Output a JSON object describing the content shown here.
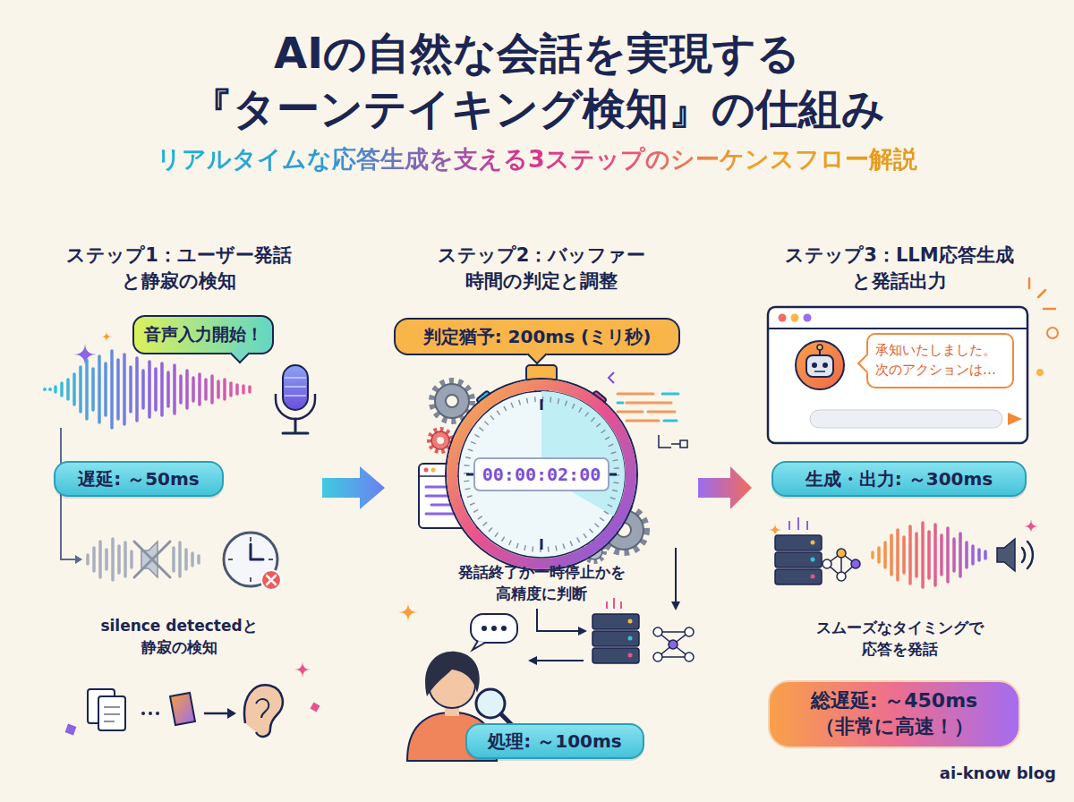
{
  "diagram": {
    "title": "AIの自然な会話を実現する 『ターンテイキング検知』の仕組み",
    "nodes": [
      {
        "text": [
          "ステップ1：ユーザー発話 と静寂の検知"
        ]
      },
      {
        "text": [
          "音声入力開始！"
        ],
        "in": 0
      },
      {
        "text": [
          "遅延: ～50ms"
        ],
        "in": 0
      },
      {
        "text": [
          "ステップ2：バッファー 時間の判定と調整"
        ]
      },
      {
        "text": [
          "判定猶予: 200ms (ミリ秒)"
        ],
        "in": 3
      },
      {
        "text": [
          "処理: ～100ms"
        ],
        "in": 3
      },
      {
        "text": [
          "ステップ3：LLM応答生成 と発話出力"
        ]
      },
      {
        "text": [
          "承知いたしました。 次のアクションは…"
        ],
        "in": 6
      },
      {
        "text": [
          "生成・出力: ～300ms"
        ],
        "in": 6
      },
      {
        "text": [
          "総遅延: ～450ms （非常に高速！）"
        ],
        "in": 6
      }
    ],
    "edges": [
      {
        "from": 0,
        "to": 3,
        "arrow": "to"
      },
      {
        "from": 3,
        "to": 6,
        "arrow": "to"
      }
    ],
    "labels": [
      "リアルタイムな応答生成を支える3ステップのシーケンスフロー解説",
      "00:00:02:00",
      "silence detectedと 静寂の検知",
      "発話終了か一時停止かを 高精度に判断",
      "スムーズなタイミングで 応答を発話",
      "ai-know blog"
    ]
  }
}
